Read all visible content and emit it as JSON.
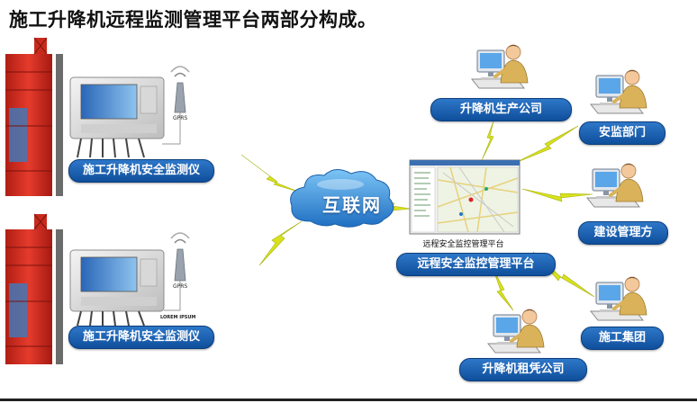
{
  "title": "施工升降机远程监测管理平台两部分构成。",
  "devices": [
    {
      "label": "施工升降机安全监测仪",
      "antenna_label": "GPRS",
      "brand_text": ""
    },
    {
      "label": "施工升降机安全监测仪",
      "antenna_label": "GPRS",
      "brand_text": "LOREM IPSUM"
    }
  ],
  "internet": {
    "label": "互联网"
  },
  "platform": {
    "caption": "远程安全监控管理平台",
    "label": "远程安全监控管理平台"
  },
  "stakeholders": [
    {
      "label": "升降机生产公司"
    },
    {
      "label": "安监部门"
    },
    {
      "label": "建设管理方"
    },
    {
      "label": "施工集团"
    },
    {
      "label": "升降机租凭公司"
    }
  ],
  "colors": {
    "label_blue": "#1a5fb4",
    "lightning": "#d7e21c",
    "cloud": "#2f8fd8",
    "tower_red": "#d52a1e"
  }
}
